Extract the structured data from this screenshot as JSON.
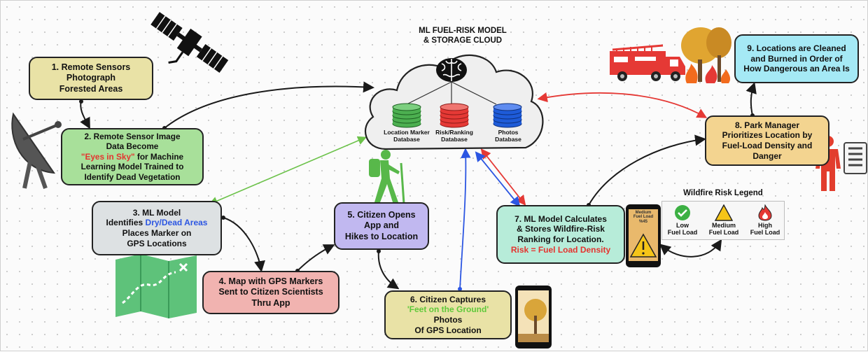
{
  "cloud": {
    "title_lines": [
      "ML FUEL-RISK MODEL",
      "& STORAGE CLOUD"
    ],
    "databases": [
      {
        "label": "Location Marker\nDatabase",
        "color": "#4caf50"
      },
      {
        "label": "Risk/Ranking\nDatabase",
        "color": "#e53935"
      },
      {
        "label": "Photos\nDatabase",
        "color": "#1e5bd8"
      }
    ]
  },
  "steps": {
    "s1": {
      "lines": [
        "1. Remote Sensors",
        "Photograph",
        "Forested Areas"
      ],
      "color": "#e9e2a6"
    },
    "s2": {
      "line1": "2. Remote Sensor Image",
      "line2": "Data Become",
      "highlight": "\"Eyes in Sky\"",
      "line3_rest": " for Machine",
      "line4": "Learning Model Trained to",
      "line5": "Identify Dead Vegetation",
      "color": "#a8e09a"
    },
    "s3": {
      "line1": "3. ML Model",
      "line2_pre": "Identifies ",
      "highlight": "Dry/Dead Areas",
      "line3": "Places Marker on",
      "line4": "GPS Locations",
      "color": "#dde1e3"
    },
    "s4": {
      "lines": [
        "4. Map with GPS Markers",
        "Sent to Citizen Scientists",
        "Thru App"
      ],
      "color": "#f1b3b0"
    },
    "s5": {
      "lines": [
        "5. Citizen Opens",
        "App and",
        "Hikes to Location"
      ],
      "color": "#c1b8f0"
    },
    "s6": {
      "line1": "6. Citizen Captures",
      "highlight": "'Feet on the Ground'",
      "line3": "Photos",
      "line4": "Of GPS Location",
      "color": "#e9e2a6"
    },
    "s7": {
      "lines": [
        "7. ML Model Calculates",
        "& Stores Wildfire-Risk",
        "Ranking for Location."
      ],
      "highlight": "Risk = Fuel Load Density",
      "color": "#b7ecd9"
    },
    "s8": {
      "lines": [
        "8. Park Manager",
        "Prioritizes Location by",
        "Fuel-Load Density and",
        "Danger"
      ],
      "color": "#f3d490"
    },
    "s9": {
      "lines": [
        "9. Locations are Cleaned",
        "and Burned in Order of",
        "How Dangerous an Area Is"
      ],
      "color": "#a5e9f5"
    }
  },
  "legend": {
    "title": "Wildfire Risk Legend",
    "items": [
      {
        "line1": "Low",
        "line2": "Fuel Load",
        "icon": "check-circle-icon",
        "color": "#3cb043"
      },
      {
        "line1": "Medium",
        "line2": "Fuel Load",
        "icon": "warning-triangle-icon",
        "color": "#f5c518"
      },
      {
        "line1": "High",
        "line2": "Fuel Load",
        "icon": "fire-icon",
        "color": "#e53935"
      }
    ]
  },
  "phone_readout": {
    "line1": "Medium",
    "line2": "Fuel Load",
    "line3": "%45"
  },
  "arrow_colors": {
    "black": "#1a1a1a",
    "green": "#6cc24a",
    "red": "#e53935",
    "blue": "#2c56e2"
  }
}
